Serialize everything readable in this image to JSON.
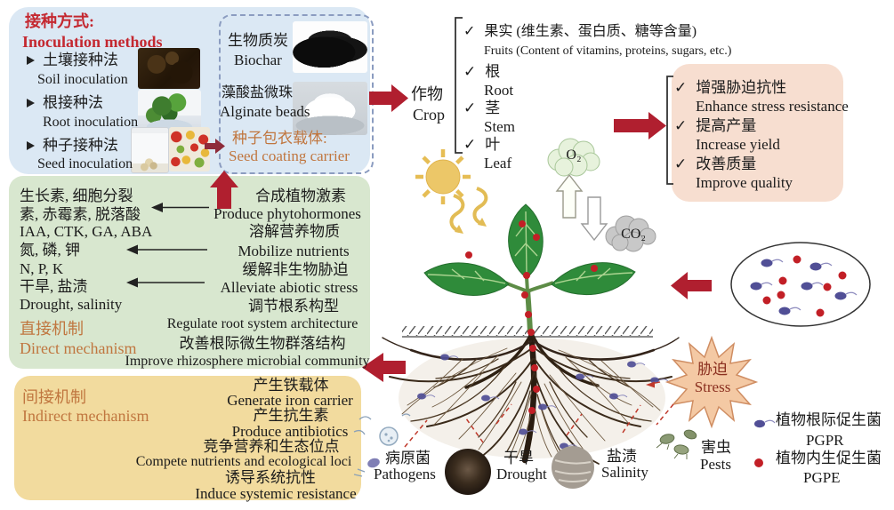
{
  "icons": {
    "check": "✓"
  },
  "gases": {
    "o2": "O₂",
    "co2": "CO₂"
  },
  "inoculation": {
    "title_zh": "接种方式:",
    "title_en": "Inoculation methods",
    "methods": [
      {
        "zh": "土壤接种法",
        "en": "Soil inoculation",
        "image": "soil-photo"
      },
      {
        "zh": "根接种法",
        "en": "Root inoculation",
        "image": "root-plant-photo"
      },
      {
        "zh": "种子接种法",
        "en": "Seed inoculation",
        "image": "seed-jar-and-seeds-photo"
      }
    ],
    "carriers": {
      "biochar_zh": "生物质炭",
      "biochar_en": "Biochar",
      "alginate_zh": "藻酸盐微珠",
      "alginate_en": "Alginate beads",
      "seed_coating_zh": "种子包衣载体:",
      "seed_coating_en": "Seed coating carrier"
    }
  },
  "crop": {
    "zh": "作物",
    "en": "Crop"
  },
  "crop_parts": [
    {
      "zh": "果实 (维生素、蛋白质、糖等含量)",
      "en": "Fruits (Content of vitamins, proteins, sugars, etc.)"
    },
    {
      "zh": "根",
      "en": "Root"
    },
    {
      "zh": "茎",
      "en": "Stem"
    },
    {
      "zh": "叶",
      "en": "Leaf"
    }
  ],
  "benefits": [
    {
      "zh": "增强胁迫抗性",
      "en": "Enhance stress resistance"
    },
    {
      "zh": "提高产量",
      "en": "Increase yield"
    },
    {
      "zh": "改善质量",
      "en": "Improve quality"
    }
  ],
  "direct": {
    "products": [
      "生长素, 细胞分裂",
      "素, 赤霉素, 脱落酸",
      "IAA, CTK, GA, ABA",
      "氮, 磷, 钾",
      "N, P, K",
      "干旱, 盐渍",
      "Drought, salinity"
    ],
    "label_zh": "直接机制",
    "label_en": "Direct mechanism",
    "functions": [
      "合成植物激素",
      "Produce phytohormones",
      "溶解营养物质",
      "Mobilize nutrients",
      "缓解非生物胁迫",
      "Alleviate abiotic stress",
      "调节根系构型",
      "Regulate root system architecture",
      "改善根际微生物群落结构",
      "Improve rhizosphere microbial community"
    ]
  },
  "indirect": {
    "label_zh": "间接机制",
    "label_en": "Indirect mechanism",
    "functions": [
      "产生铁载体",
      "Generate iron carrier",
      "产生抗生素",
      "Produce antibiotics",
      "竞争营养和生态位点",
      "Compete nutrients and ecological loci",
      "诱导系统抗性",
      "Induce systemic resistance"
    ]
  },
  "stress": {
    "zh": "胁迫",
    "en": "Stress"
  },
  "threats": {
    "pathogens": {
      "zh": "病原菌",
      "en": "Pathogens"
    },
    "drought": {
      "zh": "干旱",
      "en": "Drought"
    },
    "salinity": {
      "zh": "盐渍",
      "en": "Salinity"
    },
    "pests": {
      "zh": "害虫",
      "en": "Pests"
    }
  },
  "legend": [
    {
      "zh": "植物根际促生菌",
      "abbr": "PGPR",
      "color": "#514f96"
    },
    {
      "zh": "植物内生促生菌",
      "abbr": "PGPE",
      "color": "#c21f26"
    }
  ],
  "colors": {
    "red_title": "#c42830",
    "orange_label": "#c0763f",
    "arrow_red": "#b01f2f",
    "box_blue": "#dbe8f4",
    "box_green": "#d8e7cf",
    "box_yellow": "#f2db9e",
    "box_peach": "#f7ded0"
  }
}
